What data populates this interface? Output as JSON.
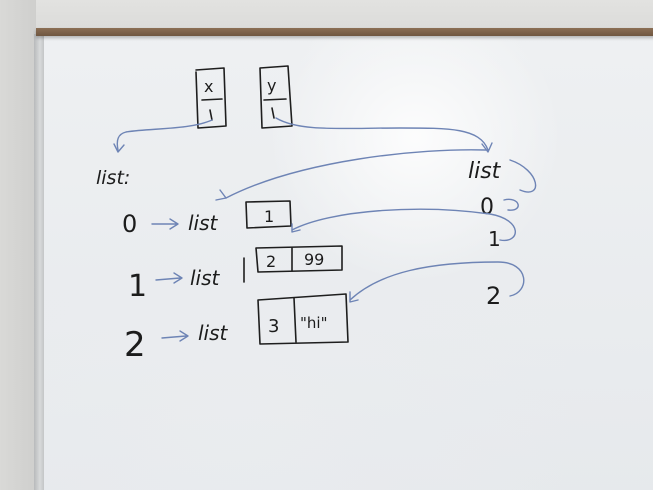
{
  "board": {
    "vars": {
      "x": "x",
      "y": "y"
    },
    "left_list": {
      "header": "list:",
      "rows": [
        {
          "index": "0",
          "type": "list",
          "cells": [
            "1"
          ]
        },
        {
          "index": "1",
          "type": "list",
          "cells": [
            "2",
            "99"
          ]
        },
        {
          "index": "2",
          "type": "list",
          "cells": [
            "3",
            "\"hi\""
          ]
        }
      ]
    },
    "right_list": {
      "header": "list",
      "indices": [
        "0",
        "1",
        "2"
      ]
    }
  }
}
